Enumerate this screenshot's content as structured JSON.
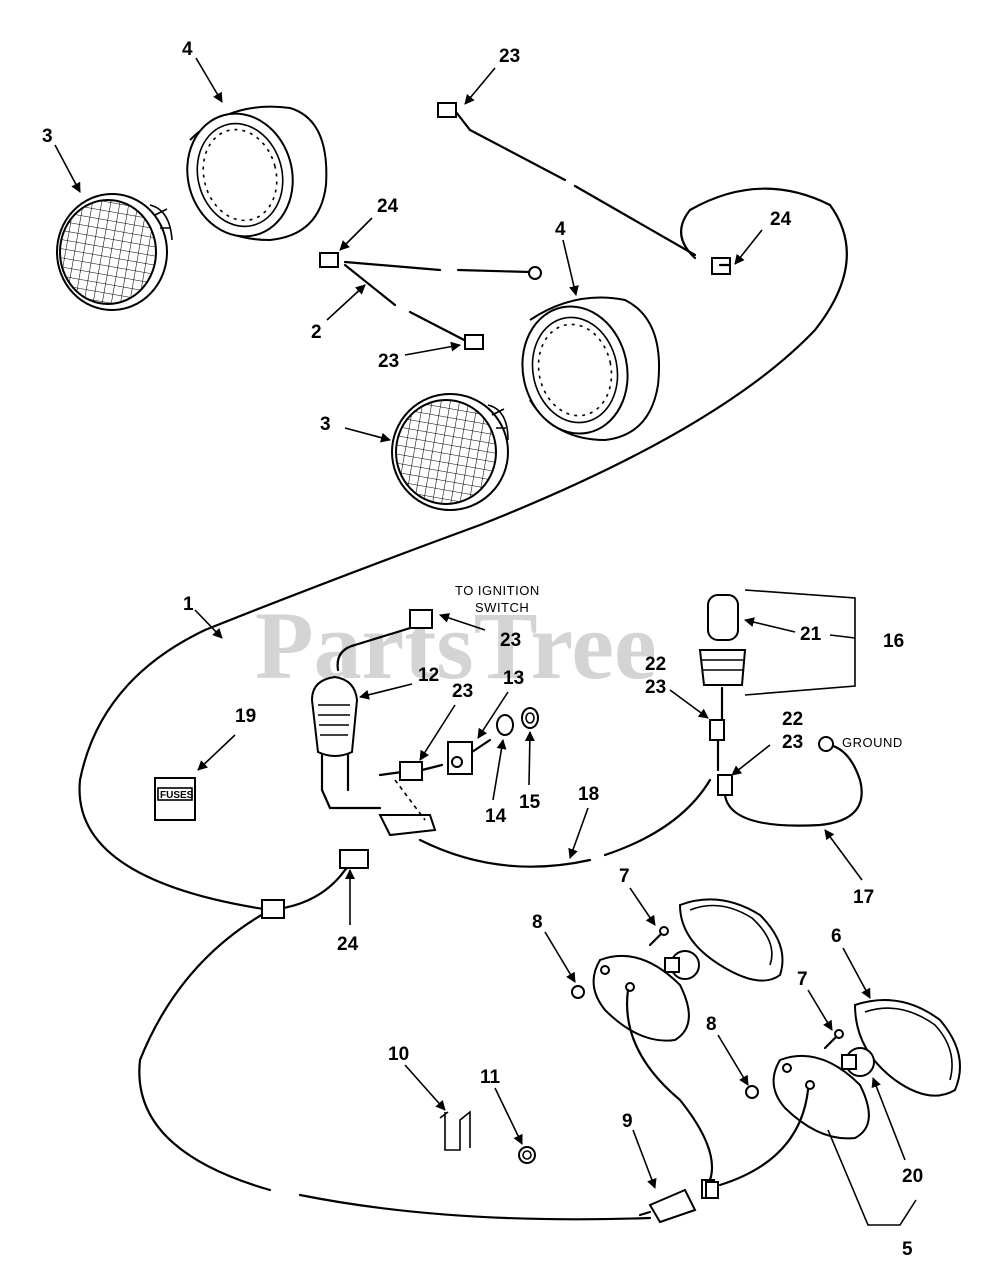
{
  "watermark": {
    "text": "PartsTree",
    "mark": "™"
  },
  "labels": {
    "to_ignition_line1": "TO IGNITION",
    "to_ignition_line2": "SWITCH",
    "ground": "GROUND",
    "fuses": "FUSES"
  },
  "callouts": {
    "c4a": "4",
    "c3a": "3",
    "c23a": "23",
    "c24a": "24",
    "c24b": "24",
    "c4b": "4",
    "c2": "2",
    "c23b": "23",
    "c3b": "3",
    "c1": "1",
    "c23c": "23",
    "c12": "12",
    "c23d": "23",
    "c13": "13",
    "c21": "21",
    "c16": "16",
    "c22a": "22",
    "c23e": "23",
    "c22b": "22",
    "c23f": "23",
    "c19": "19",
    "c14": "14",
    "c15": "15",
    "c18": "18",
    "c17": "17",
    "c7a": "7",
    "c8a": "8",
    "c24c": "24",
    "c6": "6",
    "c7b": "7",
    "c8b": "8",
    "c10": "10",
    "c11": "11",
    "c9": "9",
    "c20": "20",
    "c5": "5"
  }
}
